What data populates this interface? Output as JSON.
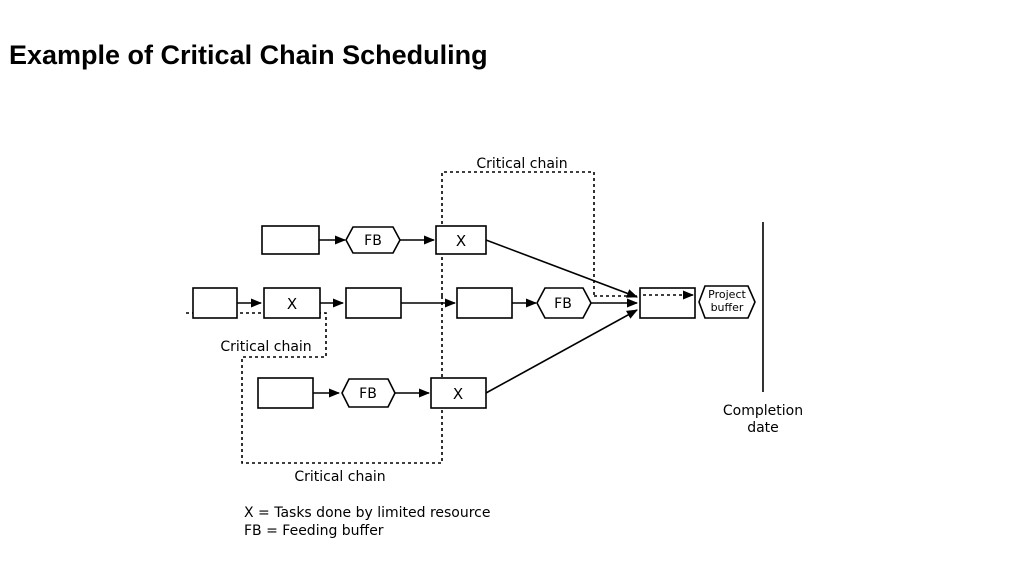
{
  "page": {
    "title": "Example of Critical Chain Scheduling"
  },
  "diagram": {
    "task_x_label": "X",
    "feeding_buffer_label": "FB",
    "critical_chain_top_label": "Critical chain",
    "critical_chain_left_label": "Critical chain",
    "critical_chain_bottom_label": "Critical chain",
    "project_buffer_line1": "Project",
    "project_buffer_line2": "buffer",
    "completion_line1": "Completion",
    "completion_line2": "date"
  },
  "legend": {
    "x_line": "X = Tasks done by limited resource",
    "fb_line": "FB = Feeding buffer"
  }
}
